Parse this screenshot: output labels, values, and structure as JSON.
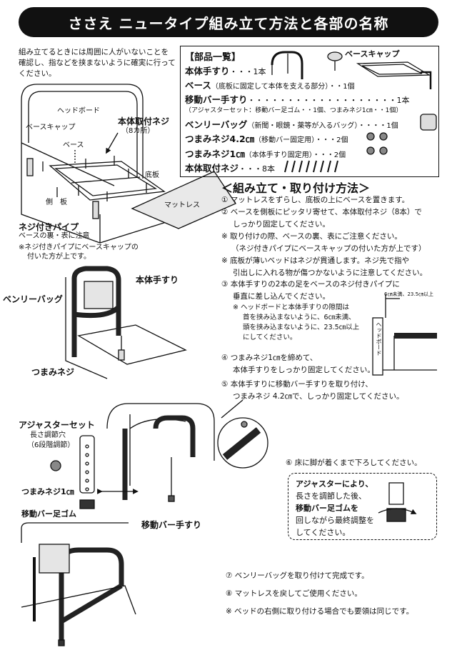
{
  "title": "ささえ ニュータイプ組み立て方法と各部の名称",
  "intro": [
    "組み立てるときには周囲に人がいないことを",
    "確認し、指などを挟まないように確実に行って",
    "ください。"
  ],
  "fig1": {
    "headboard": "ヘッドボード",
    "base_cap": "ベースキャップ",
    "base": "ベース",
    "main_screw": "本体取付ネジ",
    "main_screw_count": "（8カ所）",
    "bottom_board": "底板",
    "side_board": "側　板",
    "mattress": "マットレス",
    "screw_pipe": "ネジ付きパイプ",
    "screw_pipe_note1": "ベースの裏・表に注意",
    "screw_pipe_note2a": "※ネジ付きパイプにベースキャップの",
    "screw_pipe_note2b": "付いた方が上です。"
  },
  "parts": {
    "heading": "【部品一覧】",
    "base_cap_label": "ベースキャップ",
    "rows": [
      {
        "name": "本体手すり",
        "detail": "・・・1本"
      },
      {
        "name": "ベース",
        "detail": "（底板に固定して本体を支える部分）・・1個"
      },
      {
        "name": "移動バー手すり",
        "detail": "・・・・・・・・・・・・・・・・・・・1本"
      },
      {
        "name": "",
        "detail": "（アジャスターセット：移動バー足ゴム・・1個、つまみネジ1㎝・・1個）"
      },
      {
        "name": "ベンリーバッグ",
        "detail": "（新聞・眼鏡・薬等が入るバッグ）・・・・1個"
      },
      {
        "name": "つまみネジ4.2㎝",
        "detail": "（移動バー固定用）・・・2個"
      },
      {
        "name": "つまみネジ1㎝",
        "detail": "（本体手すり固定用）・・・2個"
      },
      {
        "name": "本体取付ネジ",
        "detail": "・・・8本"
      }
    ]
  },
  "method": {
    "heading": "＜組み立て・取り付け方法＞",
    "s1": "① マットレスをずらし、底板の上にベースを置きます。",
    "s2a": "② ベースを側板にピッタリ寄せて、本体取付ネジ（8本）で",
    "s2b": "しっかり固定してください。",
    "n1a": "※ 取り付けの際、ベースの裏、表にご注意ください。",
    "n1b": "（ネジ付きパイプにベースキャップの付いた方が上です）",
    "n2a": "※ 底板が薄いベッドはネジが貫通します。ネジ先で指や",
    "n2b": "引出しに入れる物が傷つかないように注意してください。",
    "s3a": "③ 本体手すりの2本の足をベースのネジ付きパイプに",
    "s3b": "垂直に差し込んでください。",
    "n3a": "※ ヘッドボードと本体手すりの隙間は",
    "n3b": "首を挟み込まないように、6㎝未満、",
    "n3c": "頭を挟み込まないように、23.5㎝以上",
    "n3d": "にしてください。",
    "gap_label": "6㎝未満、23.5㎝以上",
    "headboard_v": "ヘッドボード",
    "s4a": "④ つまみネジ1㎝を締めて、",
    "s4b": "本体手すりをしっかり固定してください。",
    "s5a": "⑤ 本体手すりに移動バー手すりを取り付け、",
    "s5b": "つまみネジ 4.2㎝で、しっかり固定してください。",
    "s6": "⑥ 床に脚が着くまで下ろしてください。",
    "box_a": "アジャスターにより、",
    "box_b": "長さを調節した後、",
    "box_c": "移動バー足ゴムを",
    "box_d": "回しながら最終調整を",
    "box_e": "してください。",
    "s7": "⑦ ベンリーバッグを取り付けて完成です。",
    "s8": "⑧ マットレスを戻してご使用ください。",
    "n4": "※ ベッドの右側に取り付ける場合でも要領は同じです。"
  },
  "fig2": {
    "main_rail": "本体手すり",
    "bag": "ベンリーバッグ",
    "knob": "つまみネジ"
  },
  "fig3": {
    "adjuster_set": "アジャスターセット",
    "holes_a": "長さ調節穴",
    "holes_b": "（6段階調節）",
    "knob1": "つまみネジ1㎝",
    "foot": "移動バー足ゴム",
    "move_bar": "移動バー手すり"
  }
}
